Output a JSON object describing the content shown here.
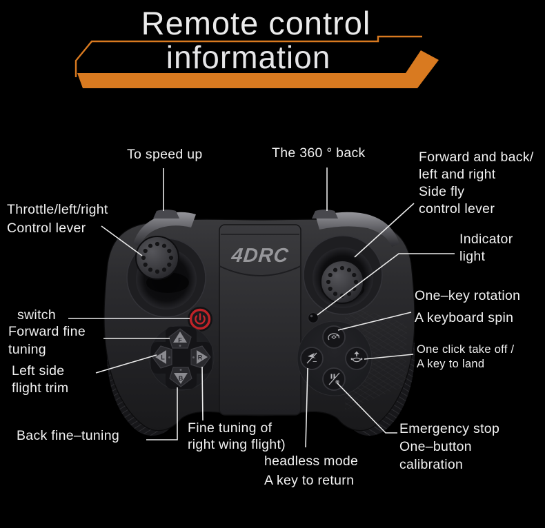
{
  "title": {
    "line1": "Remote control",
    "line2": "information"
  },
  "labels": {
    "to_speed_up": [
      "To speed up"
    ],
    "the_360_back": [
      "The 360 ° back"
    ],
    "forward_back_side_fly": [
      "Forward and back/",
      "left and right",
      "Side fly",
      "control lever"
    ],
    "throttle": [
      "Throttle/left/right",
      "Control lever"
    ],
    "indicator_light": [
      "Indicator",
      "light"
    ],
    "one_key_rotation": [
      "One–key rotation",
      "A keyboard spin"
    ],
    "one_click_take_off": [
      "One click take off /",
      "A key to land"
    ],
    "switch": [
      "switch"
    ],
    "forward_fine_tuning": [
      "Forward fine",
      "tuning"
    ],
    "left_side_flight_trim": [
      "Left side",
      "flight trim"
    ],
    "back_fine_tuning": [
      "Back fine–tuning"
    ],
    "fine_tuning_right_wing": [
      "Fine tuning of",
      "right wing flight)"
    ],
    "headless_mode": [
      "headless mode",
      "A key to return"
    ],
    "emergency_stop": [
      "Emergency stop",
      "One–button",
      "calibration"
    ]
  },
  "controller": {
    "brand": "4DRC",
    "dpad": {
      "up": "F",
      "left": "L",
      "right": "R",
      "down": "B"
    }
  },
  "colors": {
    "accent_orange": "#d97a20",
    "power_red": "#c02428",
    "leader_line": "#ececec",
    "label_text": "#f2f2f2"
  }
}
